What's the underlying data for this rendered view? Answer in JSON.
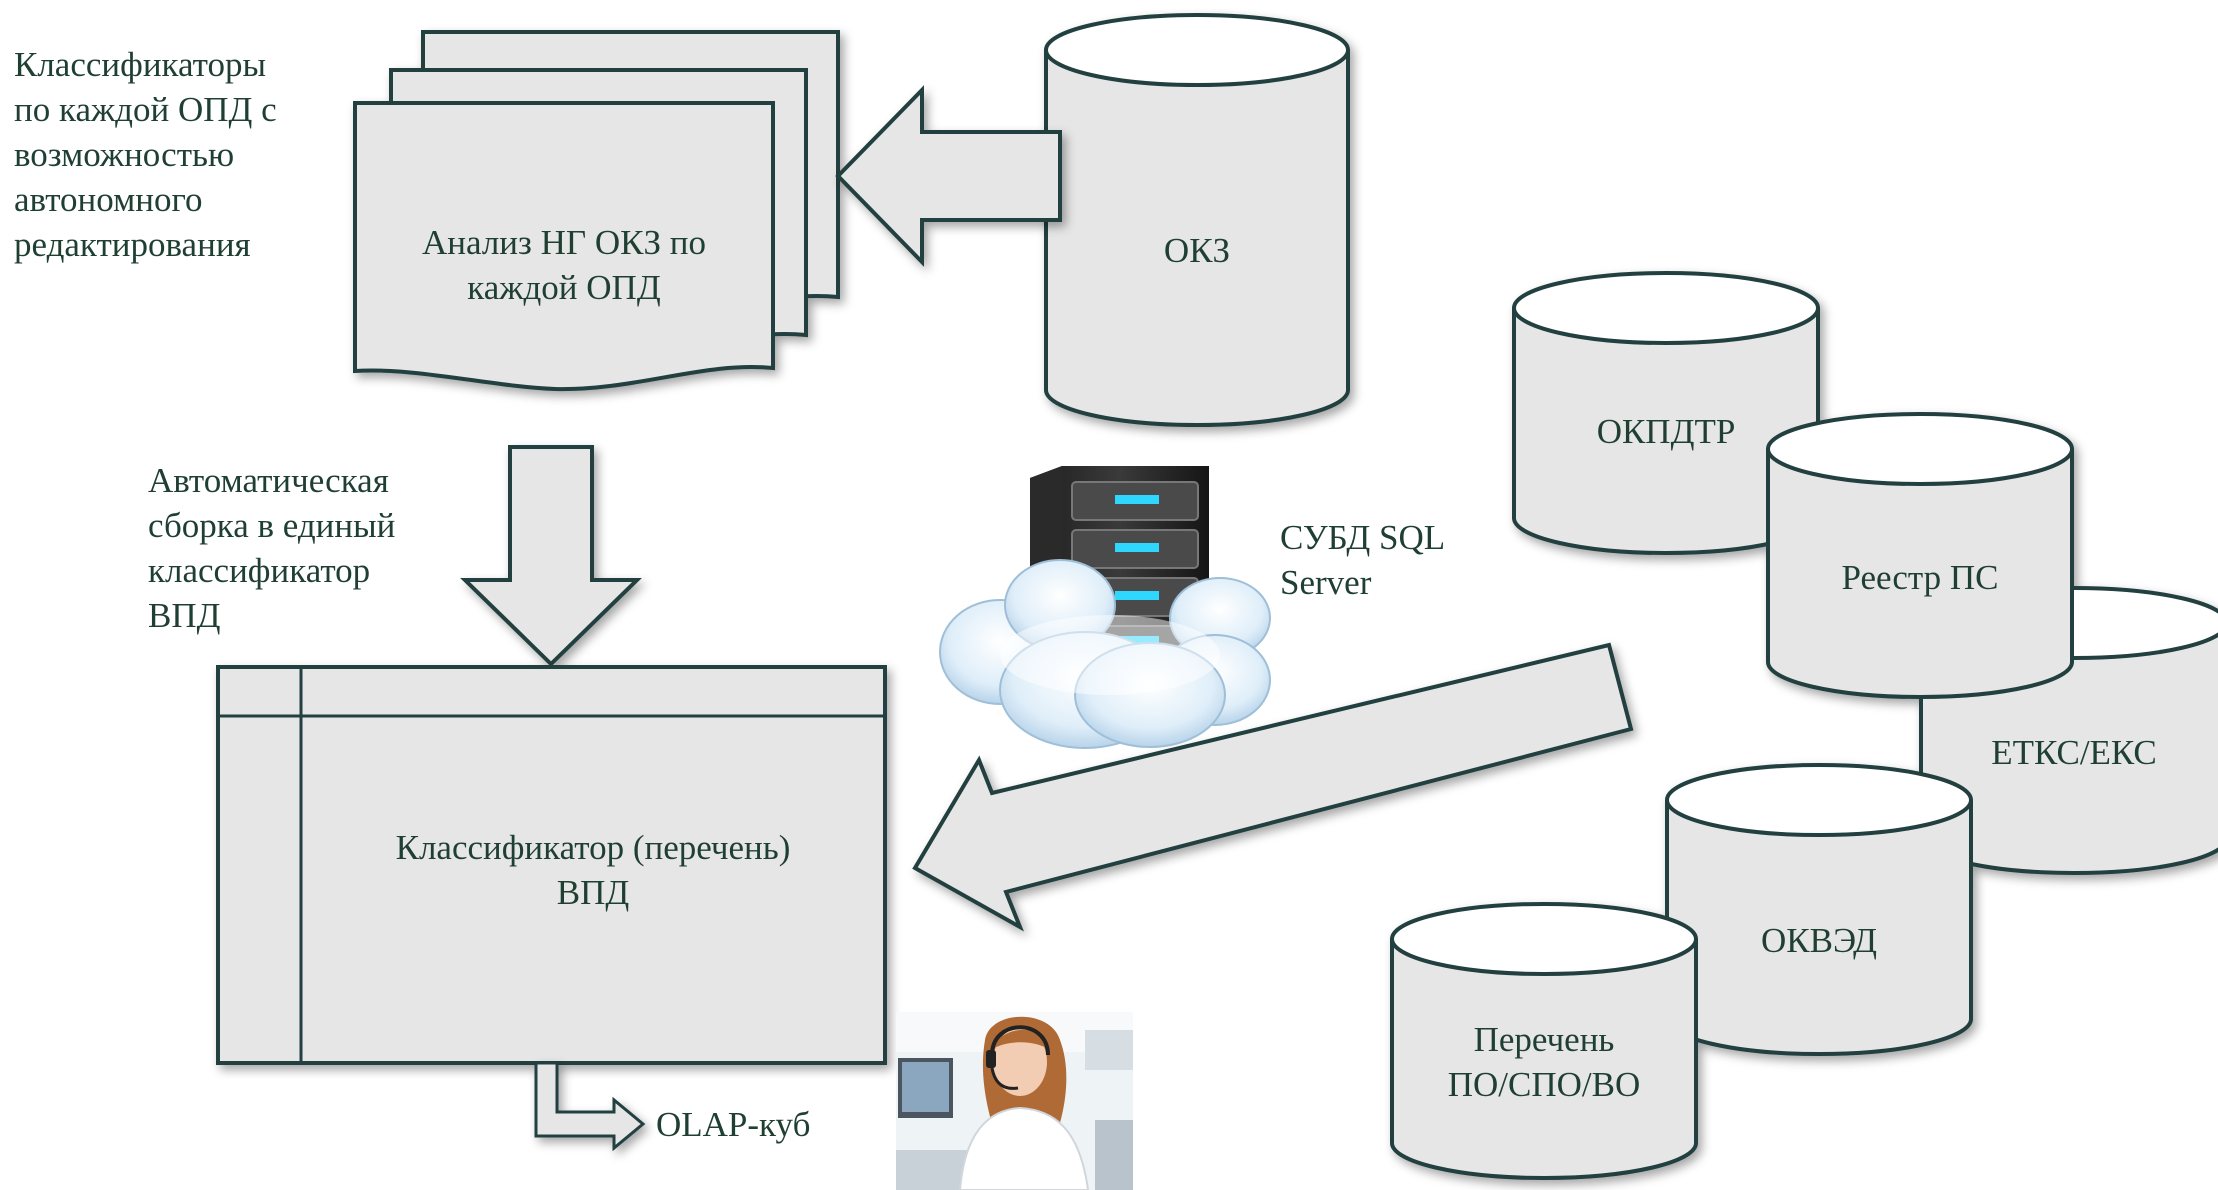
{
  "labels": {
    "classifiers_note": [
      "Классификаторы",
      "по каждой ОПД с",
      "возможностью",
      "автономного",
      "редактирования"
    ],
    "analysis_doc": [
      "Анализ НГ ОКЗ по",
      "каждой ОПД"
    ],
    "okz": "ОКЗ",
    "auto_assembly": [
      "Автоматическая",
      "сборка в единый",
      "классификатор",
      "ВПД"
    ],
    "dbms": [
      "СУБД SQL",
      "Server"
    ],
    "classifier_box": [
      "Классификатор (перечень)",
      "ВПД"
    ],
    "olap": "OLAP-куб",
    "okpdtr": "ОКПДТР",
    "reestr_ps": "Реестр ПС",
    "etks": "ЕТКС/ЕКС",
    "okved": "ОКВЭД",
    "perechen": [
      "Перечень",
      "ПО/СПО/ВО"
    ]
  },
  "icons": {
    "server": "server-rack-cloud-icon",
    "operator": "call-center-operator-photo"
  },
  "colors": {
    "shape_fill": "#e6e6e6",
    "stroke": "#243f3f",
    "text": "#1f3f33"
  }
}
